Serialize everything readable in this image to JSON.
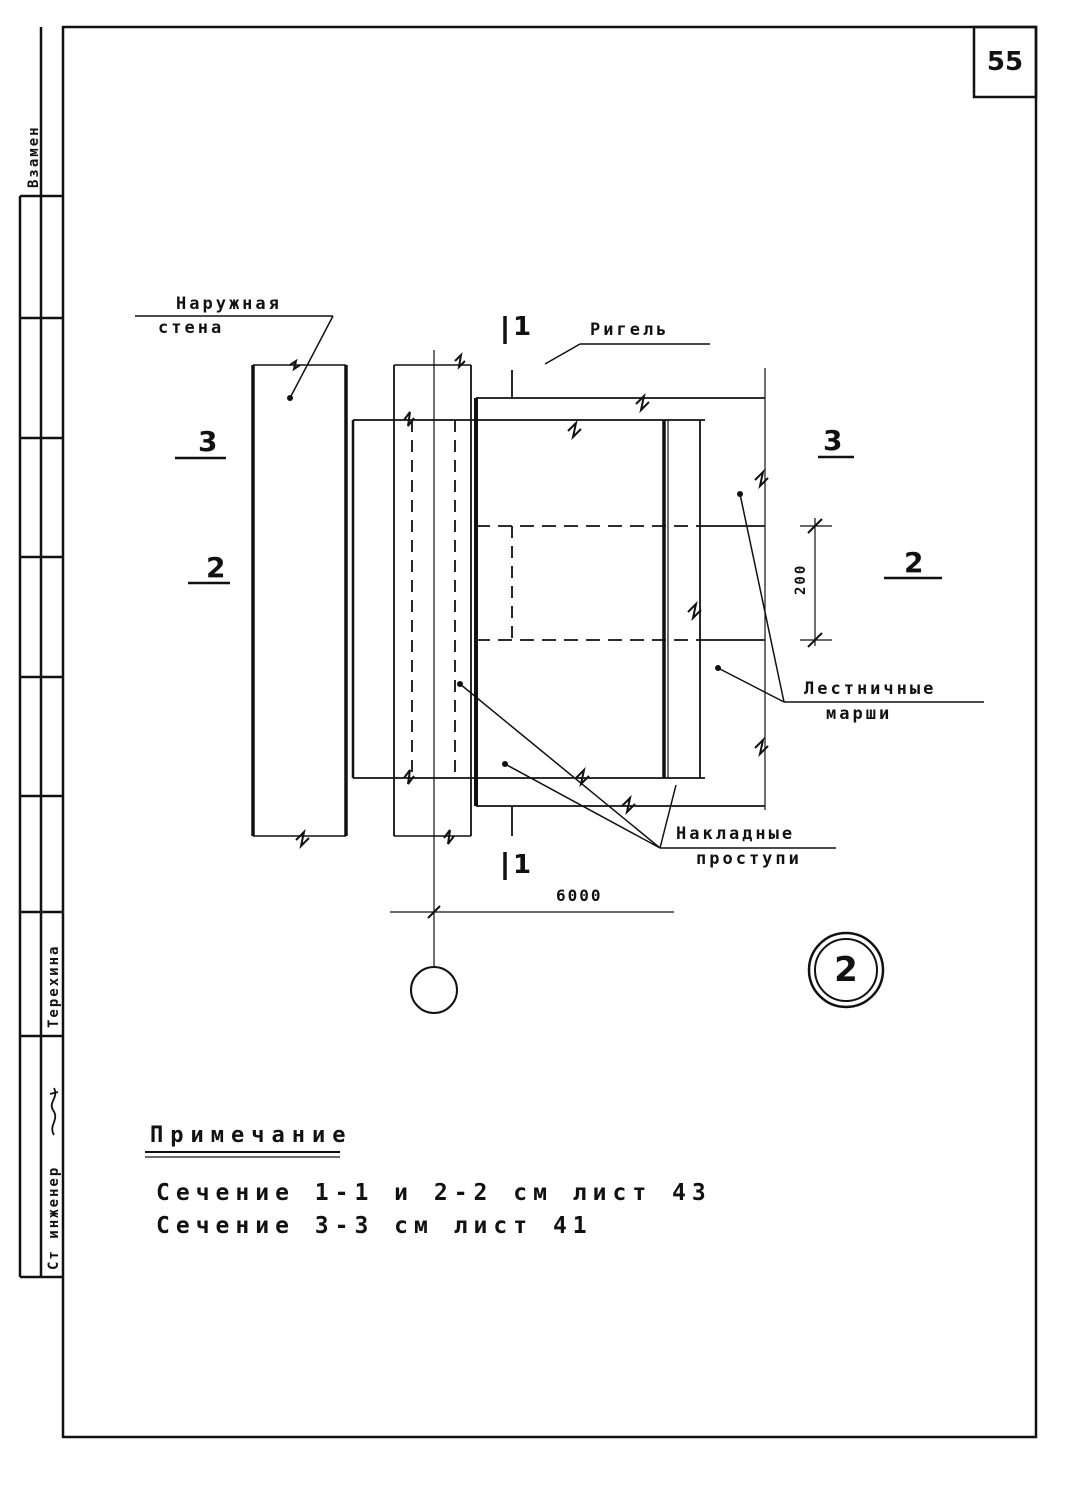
{
  "sheet": {
    "number": "55"
  },
  "side_stamp": {
    "change": "Взамен",
    "drawn_by": "Терехина",
    "engineer_title": "Ст инженер"
  },
  "labels": {
    "outer_wall_1": "Наружная",
    "outer_wall_2": "стена",
    "rigel": "Ригель",
    "stair_flights_1": "Лестничные",
    "stair_flights_2": "марши",
    "treads_1": "Накладные",
    "treads_2": "проступи"
  },
  "section_marks": {
    "s1_top": "1",
    "s1_bottom": "1",
    "s2_left": "2",
    "s2_right": "2",
    "s3_left": "3",
    "s3_right": "3"
  },
  "dimensions": {
    "width": "6000",
    "gap": "200"
  },
  "marks": {
    "axis_circle": "",
    "detail": "2"
  },
  "note": {
    "title": "Примечание",
    "line1": "Сечение 1-1 и 2-2 см лист 43",
    "line2": "Сечение 3-3 см лист 41"
  }
}
